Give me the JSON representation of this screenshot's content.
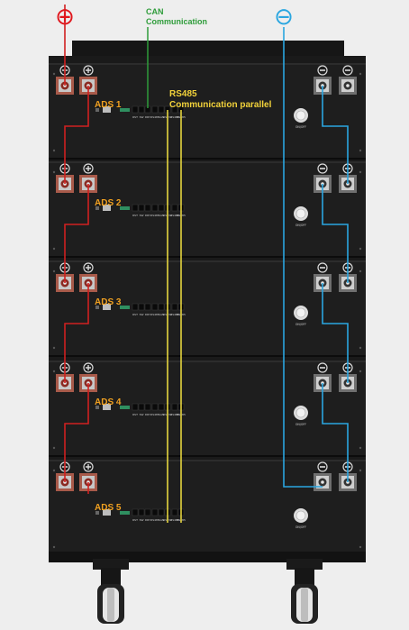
{
  "polarity": {
    "positive_symbol": "⊕",
    "negative_symbol": "⊖",
    "positive_color": "#e0161c",
    "negative_color": "#2aa6e0"
  },
  "labels": {
    "can_line1": "CAN",
    "can_line2": "Communication",
    "can_color": "#2e9c3a",
    "rs485_line1": "RS485",
    "rs485_line2": "Communication parallel",
    "rs485_color": "#f2d23a",
    "module_label_color": "#f0a020"
  },
  "modules": [
    {
      "name": "ADS 1"
    },
    {
      "name": "ADS 2"
    },
    {
      "name": "ADS 3"
    },
    {
      "name": "ADS 4"
    },
    {
      "name": "ADS 5"
    }
  ],
  "switch_label": "ON/OFF",
  "port_labels": [
    "RST",
    "SW",
    "DRY",
    "RS485",
    "CAN",
    "RS232",
    "RS485",
    "RS485"
  ],
  "wire_colors": {
    "positive": "#d02020",
    "negative": "#2aa6e0",
    "can": "#2e9c3a",
    "rs485": "#f2e040"
  }
}
